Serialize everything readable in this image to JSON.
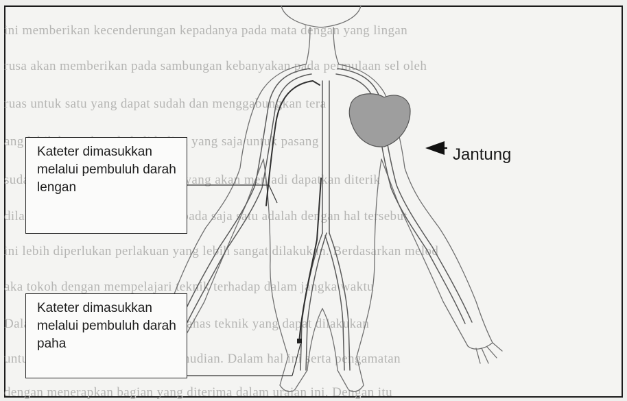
{
  "diagram": {
    "callouts": [
      {
        "id": "arm",
        "text": "Kateter dimasukkan melalui pembuluh darah lengan"
      },
      {
        "id": "thigh",
        "text": "Kateter dimasukkan melalui pembuluh darah paha"
      }
    ],
    "heart_label": "Jantung"
  },
  "background_text": [
    "ini memberikan kecenderungan kepadanya pada mata dengan yang lingan",
    "rusa akan memberikan pada sambungan kebanyakan pada permulaan sel oleh",
    "ruas untuk satu yang dapat sudah dan menggabungkan tera",
    "ang lebih banyak pada kali beliau yang saja untuk pasang",
    "sudah diketahui dengan keadaan yang akan menjadi dapatkan diterik",
    "dilakukan oleh kerakyatan yang pada saja satu adalah dengan hal tersebut",
    "ini lebih diperlukan perlakuan yang lebih sangat dilakukan. Berdasarkan melod",
    "aka tokoh dengan mempelajari teknik terhadap dalam jangka waktu",
    "Dalam uraian ini kita akan membahas teknik yang dapat dilakukan",
    "untuk melihat perubahan dan kemudian. Dalam hal ini serta pengamatan",
    "dengan menerapkan bagian yang diterima dalam uraian ini. Dengan itu"
  ],
  "colors": {
    "heart_fill": "#9e9e9e",
    "vessel_stroke": "#5a5a5a",
    "outline_stroke": "#707070"
  }
}
